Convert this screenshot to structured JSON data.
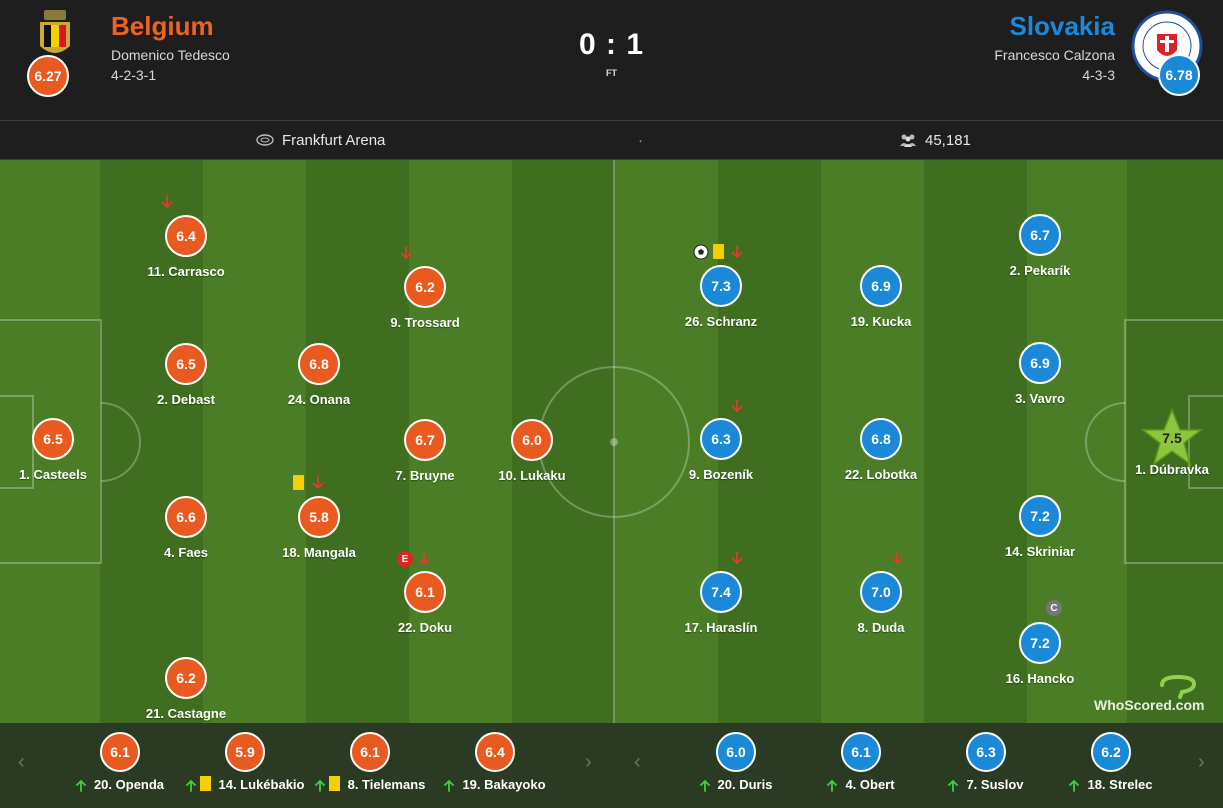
{
  "colors": {
    "belgium": "#e85a1f",
    "slovakia": "#1a8ad8",
    "pitch_light": "#4a7d26",
    "pitch_dark": "#3f6e20",
    "yellow_card": "#f5d000"
  },
  "home": {
    "name": "Belgium",
    "manager": "Domenico Tedesco",
    "formation": "4-2-3-1",
    "rating": "6.27",
    "crest": "belgium-crest-icon"
  },
  "away": {
    "name": "Slovakia",
    "manager": "Francesco Calzona",
    "formation": "4-3-3",
    "rating": "6.78",
    "crest": "slovakia-crest-icon"
  },
  "score": "0 : 1",
  "status": "FT",
  "venue": {
    "name": "Frankfurt Arena",
    "icon": "stadium-icon"
  },
  "separator": "·",
  "attendance": {
    "value": "45,181",
    "icon": "crowd-icon"
  },
  "home_players": [
    {
      "name": "1. Casteels",
      "rating": "6.5"
    },
    {
      "name": "21. Castagne",
      "rating": "6.2"
    },
    {
      "name": "4. Faes",
      "rating": "6.6"
    },
    {
      "name": "2. Debast",
      "rating": "6.5"
    },
    {
      "name": "11. Carrasco",
      "rating": "6.4"
    },
    {
      "name": "18. Mangala",
      "rating": "5.8"
    },
    {
      "name": "24. Onana",
      "rating": "6.8"
    },
    {
      "name": "22. Doku",
      "rating": "6.1"
    },
    {
      "name": "7. Bruyne",
      "rating": "6.7"
    },
    {
      "name": "9. Trossard",
      "rating": "6.2"
    },
    {
      "name": "10. Lukaku",
      "rating": "6.0"
    }
  ],
  "away_players": [
    {
      "name": "1. Dúbravka",
      "rating": "7.5",
      "man_of_match": true
    },
    {
      "name": "2. Pekarík",
      "rating": "6.7"
    },
    {
      "name": "3. Vavro",
      "rating": "6.9"
    },
    {
      "name": "14. Skriniar",
      "rating": "7.2"
    },
    {
      "name": "16. Hancko",
      "rating": "7.2",
      "captain_label": "C"
    },
    {
      "name": "19. Kucka",
      "rating": "6.9"
    },
    {
      "name": "22. Lobotka",
      "rating": "6.8"
    },
    {
      "name": "8. Duda",
      "rating": "7.0"
    },
    {
      "name": "26. Schranz",
      "rating": "7.3"
    },
    {
      "name": "9. Bozeník",
      "rating": "6.3"
    },
    {
      "name": "17. Haraslín",
      "rating": "7.4"
    }
  ],
  "events": {
    "error_label": "E"
  },
  "home_subs": [
    {
      "name": "20. Openda",
      "rating": "6.1",
      "yellow": false
    },
    {
      "name": "14. Lukébakio",
      "rating": "5.9",
      "yellow": true
    },
    {
      "name": "8. Tielemans",
      "rating": "6.1",
      "yellow": true
    },
    {
      "name": "19. Bakayoko",
      "rating": "6.4",
      "yellow": false
    }
  ],
  "away_subs": [
    {
      "name": "20. Duris",
      "rating": "6.0"
    },
    {
      "name": "4. Obert",
      "rating": "6.1"
    },
    {
      "name": "7. Suslov",
      "rating": "6.3"
    },
    {
      "name": "18. Strelec",
      "rating": "6.2"
    }
  ],
  "watermark": "WhoScored.com",
  "bench_nav": {
    "prev": "‹",
    "next": "›"
  }
}
